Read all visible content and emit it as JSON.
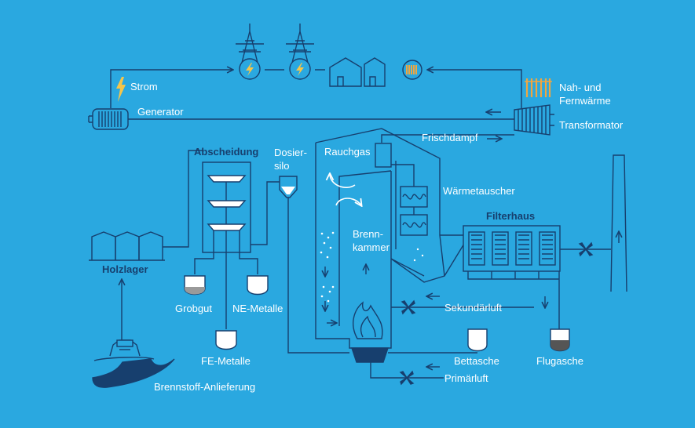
{
  "labels": {
    "strom": "Strom",
    "generator": "Generator",
    "nah_fernwaerme": "Nah- und\nFernwärme",
    "transformator": "Transformator",
    "frischdampf": "Frischdampf",
    "abscheidung": "Abscheidung",
    "dosiersilo": "Dosier-\nsilo",
    "rauchgas": "Rauchgas",
    "waermetauscher": "Wärmetauscher",
    "filterhaus": "Filterhaus",
    "holzlager": "Holzlager",
    "brennkammer": "Brenn-\nkammer",
    "sekundaerluft": "Sekundärluft",
    "grobgut": "Grobgut",
    "ne_metalle": "NE-Metalle",
    "fe_metalle": "FE-Metalle",
    "bettasche": "Bettasche",
    "flugasche": "Flugasche",
    "primaerluft": "Primärluft",
    "brennstoff": "Brennstoff-Anlieferung"
  },
  "colors": {
    "background": "#2aa8e0",
    "line": "#173f6e",
    "label": "#ffffff",
    "lightning": "#f5c54a",
    "radiator": "#f0a640"
  }
}
